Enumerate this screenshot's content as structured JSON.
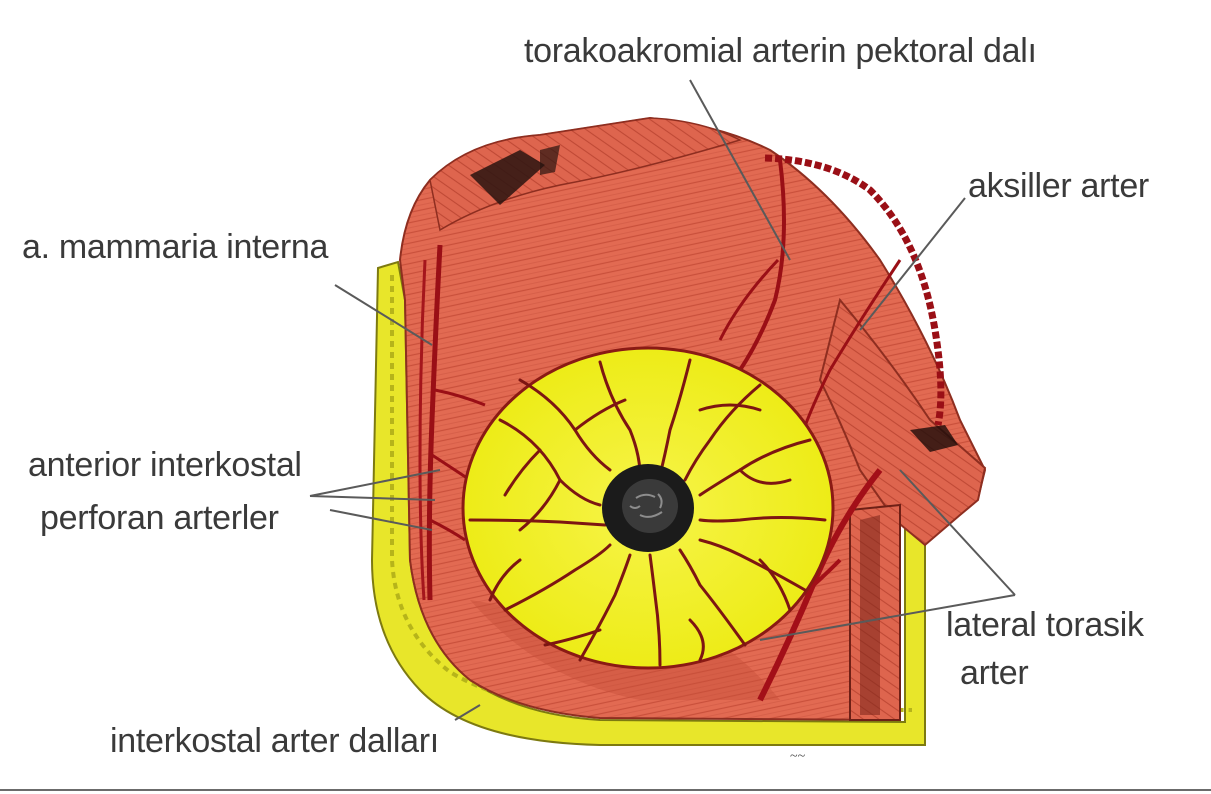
{
  "labels": {
    "thoracoacromial": "torakoakromial arterin pektoral dalı",
    "axillary": "aksiller arter",
    "mammaria_interna": "a. mammaria interna",
    "anterior_intercostal_line1": "anterior interkostal",
    "anterior_intercostal_line2": "perforan arterler",
    "lateral_thoracic_line1": "lateral torasik",
    "lateral_thoracic_line2": "arter",
    "intercostal_branches": "interkostal arter dalları"
  },
  "colors": {
    "muscle": "#e26a52",
    "muscle_dark": "#b8432f",
    "gland": "#f2f016",
    "artery": "#9a0f16",
    "areola": "#1b1b1b",
    "fat_layer": "#e8e62a",
    "text": "#3a3a3a",
    "leader": "#5a5a5a"
  }
}
